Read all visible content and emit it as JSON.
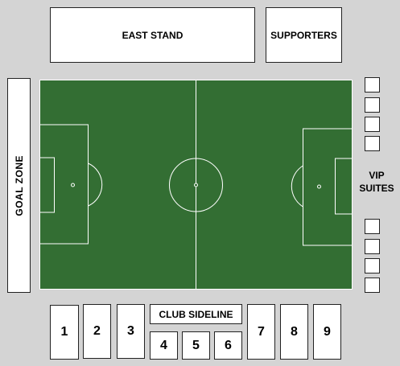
{
  "stands": {
    "east_stand": "EAST STAND",
    "supporters": "SUPPORTERS",
    "goal_zone": "GOAL ZONE",
    "club_sideline": "CLUB SIDELINE",
    "vip_line1": "VIP",
    "vip_line2": "SUITES"
  },
  "sections": {
    "s1": "1",
    "s2": "2",
    "s3": "3",
    "s4": "4",
    "s5": "5",
    "s6": "6",
    "s7": "7",
    "s8": "8",
    "s9": "9"
  },
  "colors": {
    "pitch": "#336e33",
    "lines": "#ffffff",
    "background": "#d4d4d4"
  }
}
